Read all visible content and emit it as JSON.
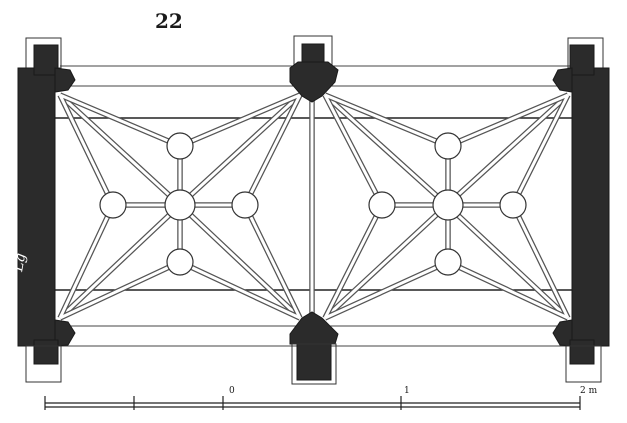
{
  "figure": {
    "number": "22"
  },
  "scale": {
    "labels": [
      "0",
      "1",
      "2 m"
    ]
  },
  "plan": {
    "bays": 2,
    "bosses_per_bay": 5,
    "piers": 6
  },
  "annotation": {
    "mark": "Lg"
  }
}
